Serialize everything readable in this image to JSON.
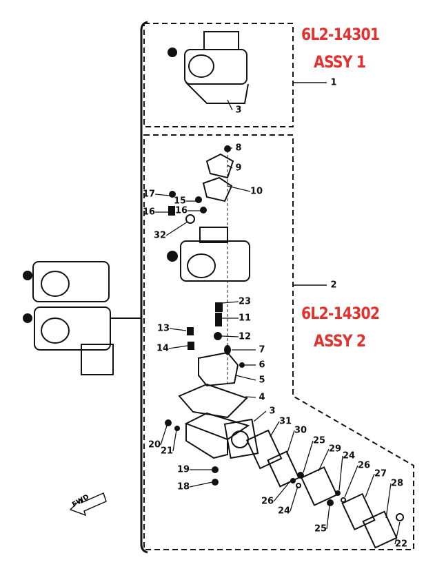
{
  "assemblies": [
    {
      "part_no": "6L2-14301",
      "name": "ASSY 1"
    },
    {
      "part_no": "6L2-14302",
      "name": "ASSY 2"
    }
  ],
  "direction_label": "FWD",
  "callouts": [
    "1",
    "3",
    "8",
    "9",
    "10",
    "17",
    "15",
    "16",
    "16",
    "32",
    "2",
    "23",
    "11",
    "13",
    "12",
    "14",
    "7",
    "6",
    "5",
    "4",
    "3",
    "31",
    "30",
    "25",
    "29",
    "24",
    "26",
    "27",
    "28",
    "20",
    "21",
    "19",
    "18",
    "26",
    "24",
    "25",
    "22"
  ],
  "colors": {
    "annotation": "#e0322f",
    "line": "#111111"
  }
}
